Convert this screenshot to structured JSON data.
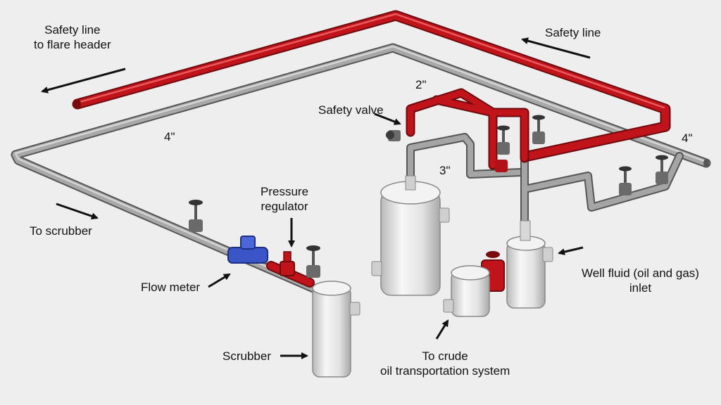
{
  "labels": {
    "safety_line_left": [
      "Safety line",
      "to flare header"
    ],
    "safety_line_right": "Safety line",
    "to_scrubber": "To scrubber",
    "pressure_regulator": [
      "Pressure",
      "regulator"
    ],
    "flow_meter": "Flow meter",
    "scrubber": "Scrubber",
    "safety_valve": "Safety valve",
    "to_crude": [
      "To crude",
      "oil transportation system"
    ],
    "well_fluid": [
      "Well fluid (oil and gas)",
      "inlet"
    ]
  },
  "pipe_sizes": {
    "left_4in": "4\"",
    "right_4in": "4\"",
    "size_2in": "2\"",
    "size_3in": "3\""
  },
  "colors": {
    "safety_pipe": "#c0141a",
    "process_pipe": "#8e8e8e",
    "flow_meter": "#3a55c8",
    "vessel": "#e6e6e6",
    "background": "#eeeeee"
  }
}
